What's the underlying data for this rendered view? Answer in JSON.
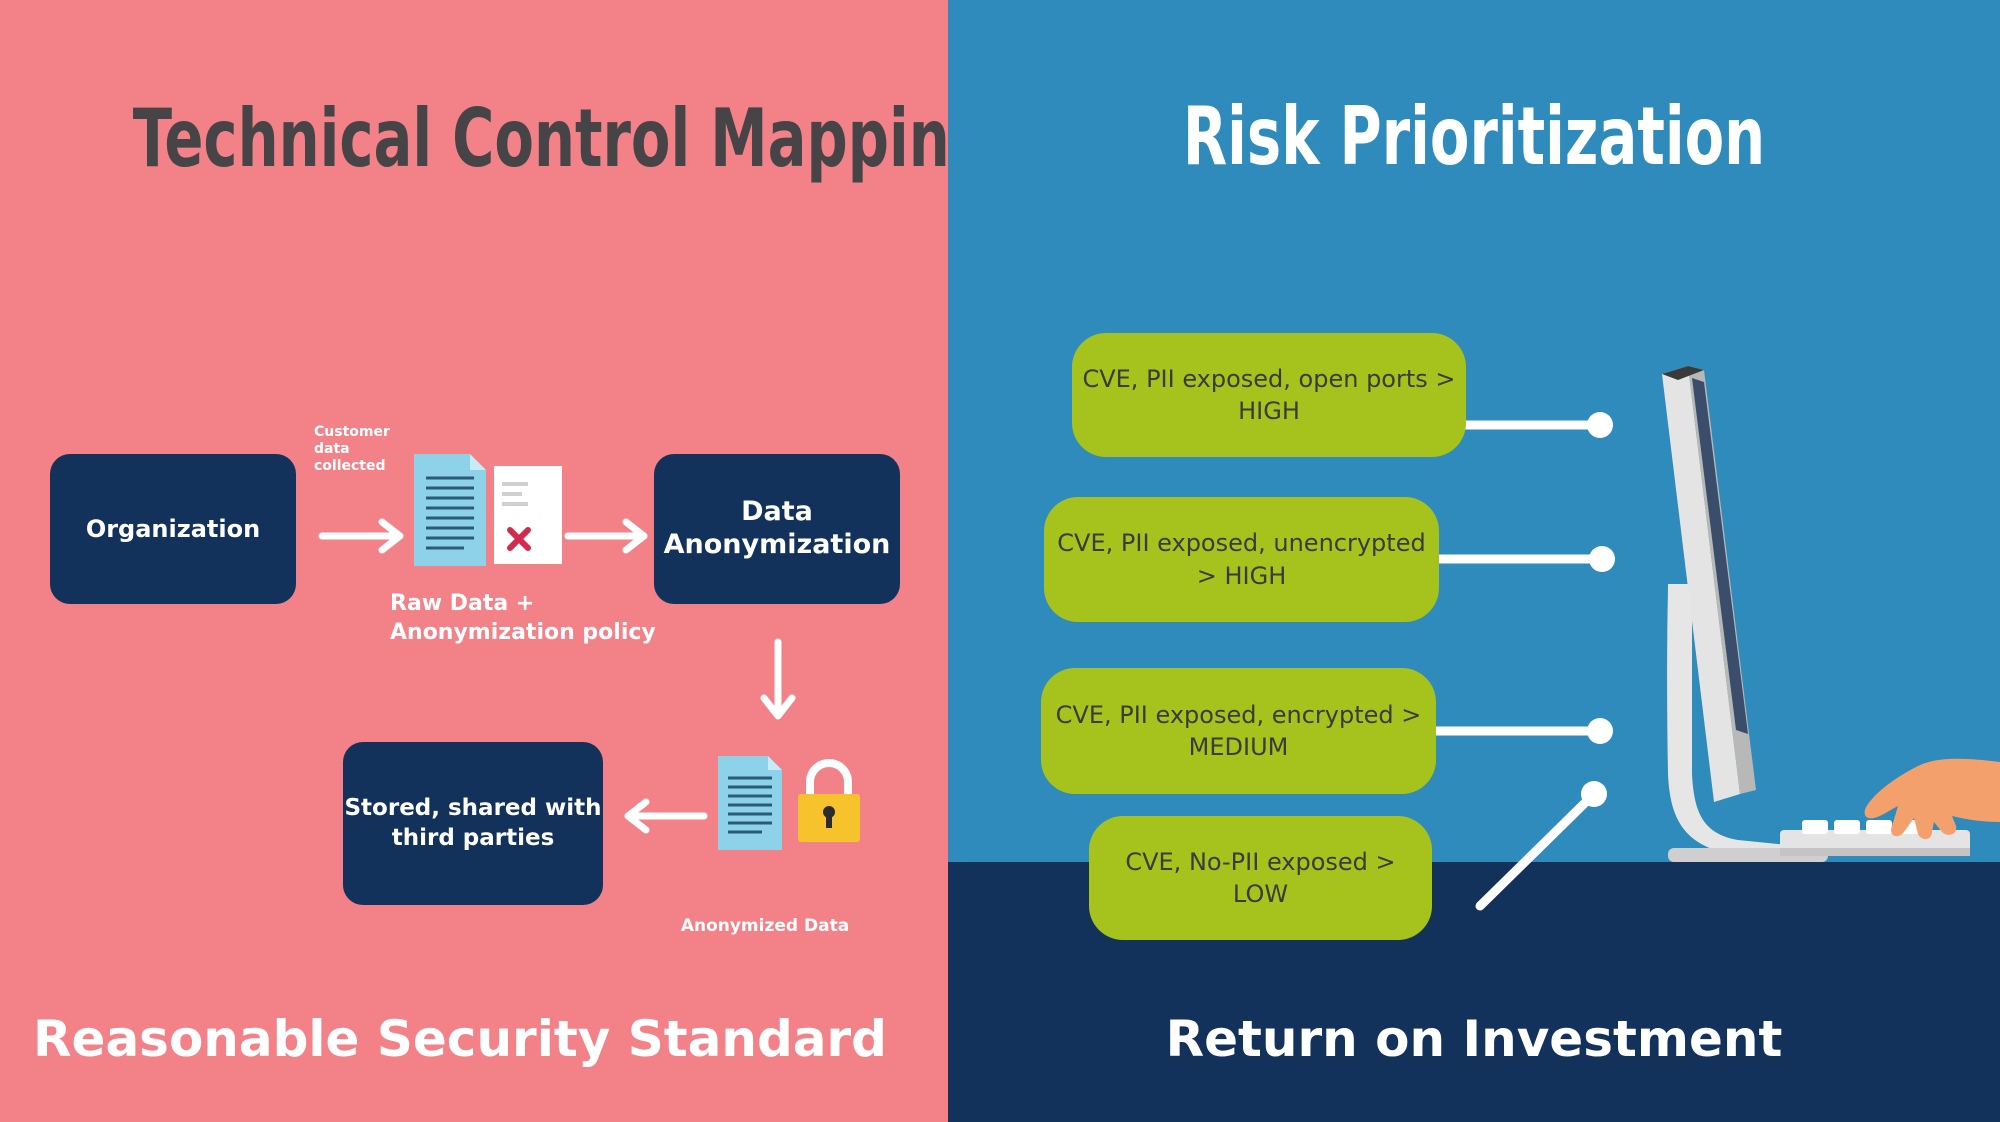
{
  "left": {
    "title": "Technical Control Mapping",
    "footer": "Reasonable Security Standard",
    "boxes": {
      "organization": "Organization",
      "data_anonymization": "Data Anonymization",
      "stored": "Stored, shared with third parties"
    },
    "labels": {
      "customer_data": "Customer data collected",
      "raw_data": "Raw Data + Anonymization policy",
      "anonymized_data": "Anonymized Data"
    }
  },
  "right": {
    "title": "Risk Prioritization",
    "footer": "Return on Investment",
    "risks": [
      "CVE, PII exposed,  open ports > HIGH",
      "CVE, PII exposed, unencrypted > HIGH",
      "CVE, PII exposed, encrypted > MEDIUM",
      "CVE, No-PII exposed > LOW"
    ]
  },
  "colors": {
    "left_background": "#f28188",
    "right_background": "#2e8bbb",
    "navy": "#12325b",
    "pill_green": "#a6c21d",
    "title_dark": "#474448"
  },
  "icons": [
    "document-icon",
    "rejected-document-icon",
    "anonymized-document-icon",
    "padlock-icon",
    "computer-monitor-icon",
    "keyboard-icon",
    "hand-icon"
  ]
}
